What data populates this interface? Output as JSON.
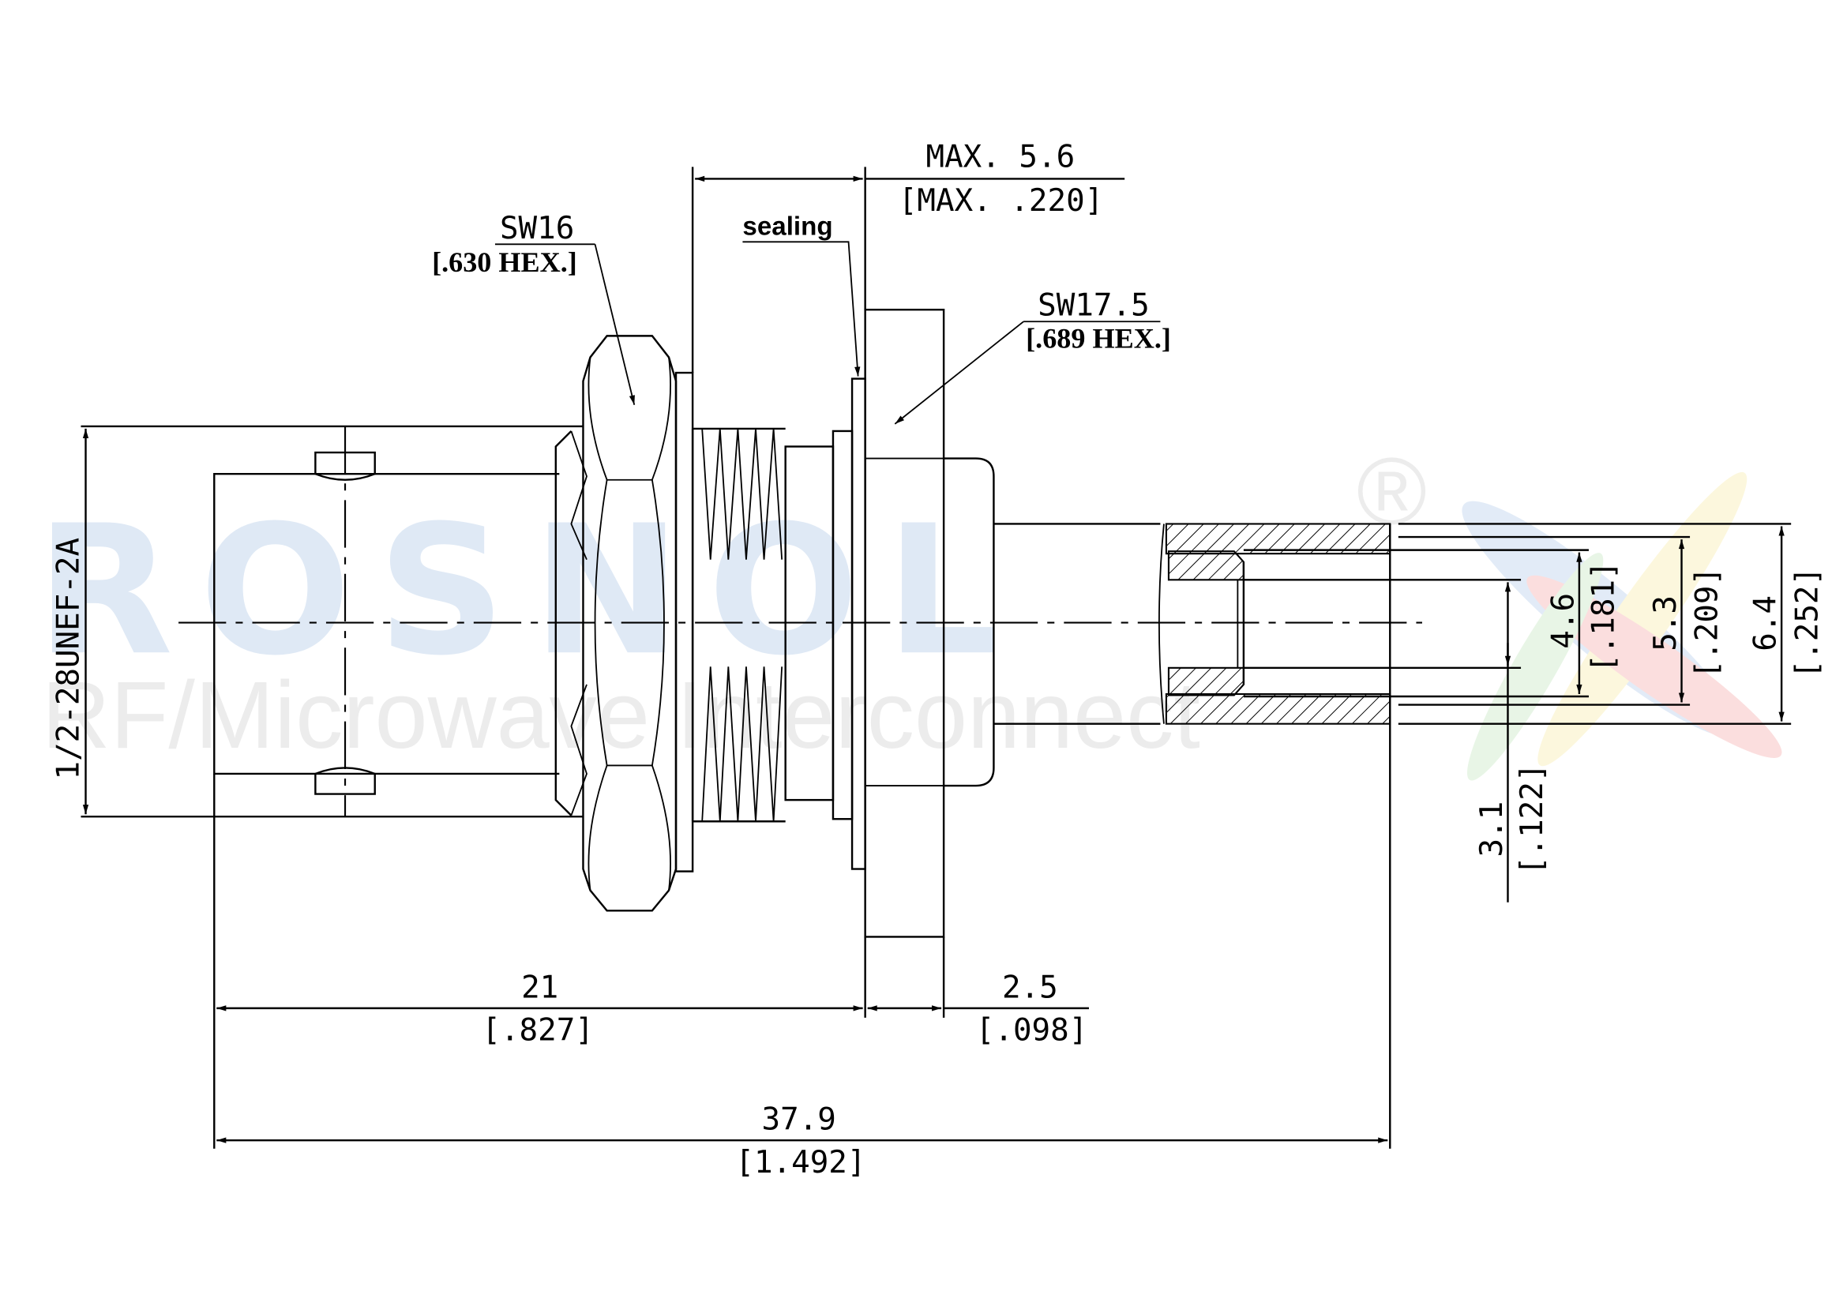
{
  "watermark": {
    "brand": "ROSNOL",
    "registered": "®",
    "tagline": "RF/Microwave Interconnect"
  },
  "labels": {
    "thread": "1/2-28UNEF-2A",
    "nut_sw": "SW16",
    "nut_hex": "[.630 HEX.]",
    "flange_sw": "SW17.5",
    "flange_hex": "[.689 HEX.]",
    "sealing": "sealing"
  },
  "dimensions": {
    "max_panel": {
      "mm": "MAX. 5.6",
      "inch": "[MAX. .220]"
    },
    "front_length": {
      "mm": "21",
      "inch": "[.827]"
    },
    "flange_thickness": {
      "mm": "2.5",
      "inch": "[.098]"
    },
    "overall_length": {
      "mm": "37.9",
      "inch": "[1.492]"
    },
    "d_inner": {
      "mm": "3.1",
      "inch": "[.122]"
    },
    "d_insulator": {
      "mm": "4.6",
      "inch": "[.181]"
    },
    "d_bore": {
      "mm": "5.3",
      "inch": "[.209]"
    },
    "d_outer": {
      "mm": "6.4",
      "inch": "[.252]"
    }
  },
  "colors": {
    "line": "#000000",
    "watermark_blue": "#dfe9f5",
    "watermark_grey": "#ececec"
  }
}
